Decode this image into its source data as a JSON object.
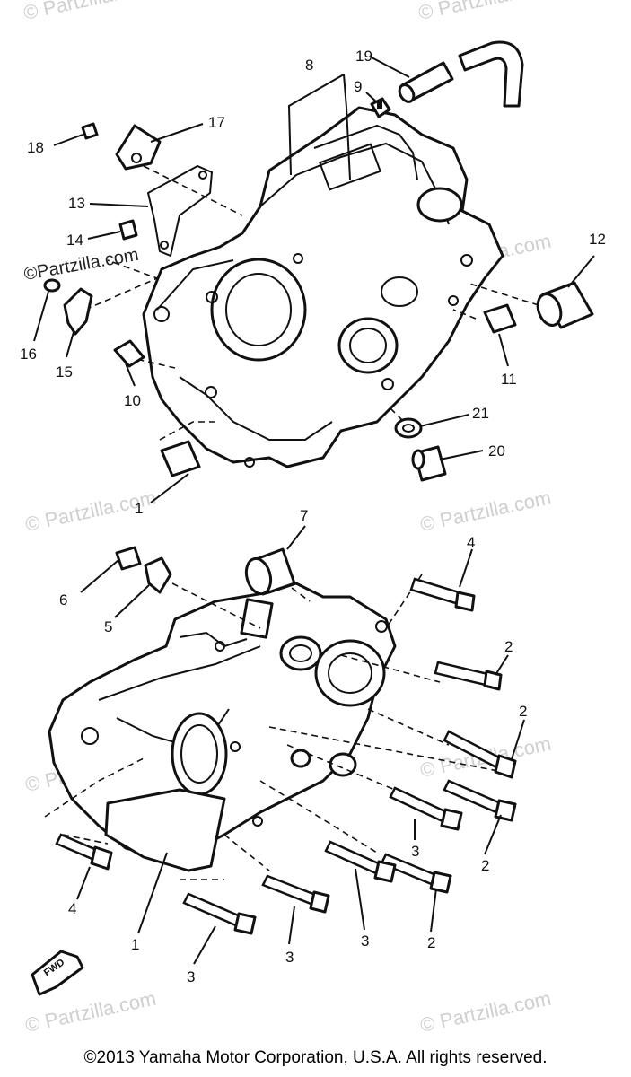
{
  "watermark": {
    "text": "© Partzilla.com",
    "highlight_text": "©Partzilla.com"
  },
  "callouts": {
    "n1a": "1",
    "n1b": "1",
    "n2a": "2",
    "n2b": "2",
    "n2c": "2",
    "n2d": "2",
    "n3a": "3",
    "n3b": "3",
    "n3c": "3",
    "n3d": "3",
    "n4a": "4",
    "n4b": "4",
    "n5": "5",
    "n6": "6",
    "n7": "7",
    "n8": "8",
    "n9": "9",
    "n10": "10",
    "n11": "11",
    "n12": "12",
    "n13": "13",
    "n14": "14",
    "n15": "15",
    "n16": "16",
    "n17": "17",
    "n18": "18",
    "n19": "19",
    "n20": "20",
    "n21": "21"
  },
  "fwd_label": "FWD",
  "footer": "©2013 Yamaha Motor Corporation, U.S.A. All rights reserved."
}
